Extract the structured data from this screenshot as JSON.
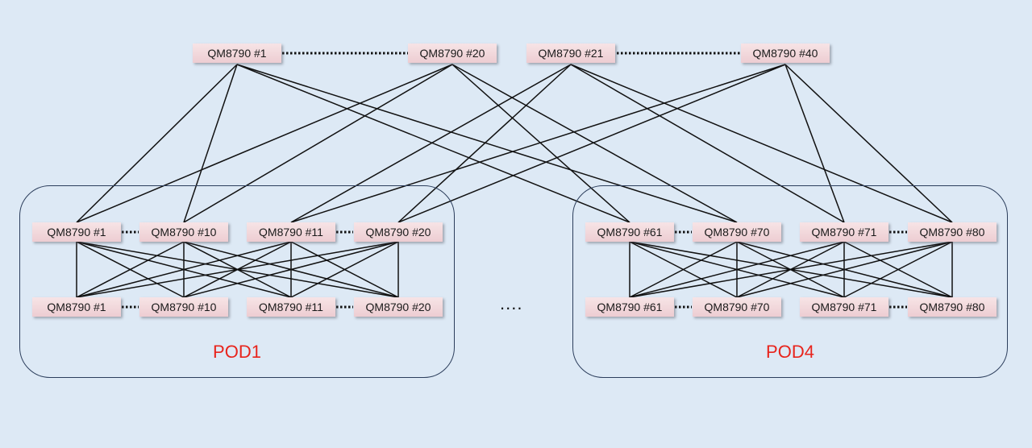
{
  "spine": {
    "switches": [
      "QM8790 #1",
      "QM8790 #20",
      "QM8790 #21",
      "QM8790 #40"
    ]
  },
  "pods": [
    {
      "label": "POD1",
      "leaf": [
        "QM8790 #1",
        "QM8790 #10",
        "QM8790 #11",
        "QM8790 #20"
      ],
      "tor": [
        "QM8790 #1",
        "QM8790 #10",
        "QM8790 #11",
        "QM8790 #20"
      ]
    },
    {
      "label": "POD4",
      "leaf": [
        "QM8790 #61",
        "QM8790 #70",
        "QM8790 #71",
        "QM8790 #80"
      ],
      "tor": [
        "QM8790 #61",
        "QM8790 #70",
        "QM8790 #71",
        "QM8790 #80"
      ]
    }
  ],
  "between_pods": "....",
  "colors": {
    "background": "#dde9f5",
    "box_fill": "#efd3d7",
    "pod_border": "#2c3e5c",
    "pod_label": "#e8241c",
    "wire": "#111111"
  }
}
